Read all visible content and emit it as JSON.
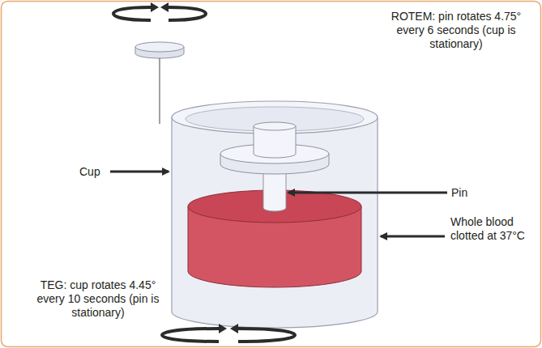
{
  "diagram": {
    "labels": [
      "ROTEM: pin rotates 4.75° every 6 seconds (cup is stationary)",
      "Cup",
      "Pin",
      "Whole blood clotted at 37°C",
      "TEG: cup rotates 4.45° every 10 seconds (pin is stationary)"
    ]
  }
}
